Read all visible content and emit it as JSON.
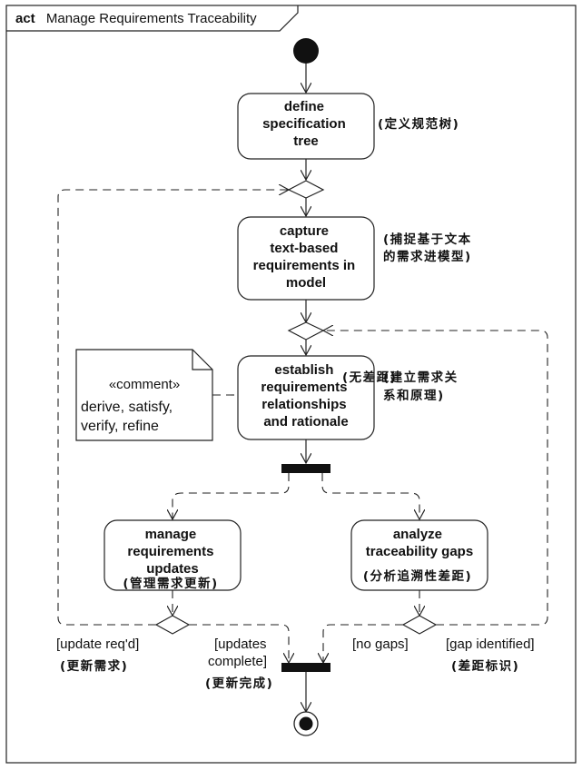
{
  "frame": {
    "keyword": "act",
    "name": "Manage Requirements Traceability"
  },
  "actions": {
    "define": {
      "lines": [
        "define",
        "specification",
        "tree"
      ],
      "cn": [
        "(定义规范树)"
      ]
    },
    "capture": {
      "lines": [
        "capture",
        "text-based",
        "requirements in",
        "model"
      ],
      "cn": [
        "(捕捉基于文本",
        "的需求进模型)"
      ]
    },
    "establish": {
      "lines": [
        "establish",
        "requirements",
        "relationships",
        "and rationale"
      ],
      "cn": [
        "(建立需求关",
        "系和原理)"
      ]
    },
    "manage": {
      "lines": [
        "manage",
        "requirements",
        "updates"
      ],
      "cn": [
        "(管理需求更新)"
      ]
    },
    "analyze": {
      "lines": [
        "analyze",
        "traceability gaps"
      ],
      "cn": [
        "(分析追溯性差距)"
      ]
    }
  },
  "comment": {
    "stereotype": "«comment»",
    "lines": [
      "derive, satisfy,",
      "verify, refine"
    ]
  },
  "guards": {
    "update_reqd": "[update req'd]",
    "update_reqd_cn": "(更新需求)",
    "updates_complete": [
      "[updates",
      "complete]"
    ],
    "updates_complete_cn": "(更新完成)",
    "no_gaps": "[no gaps]",
    "no_gaps_cn": "(无差距)",
    "gap_identified": "[gap identified]",
    "gap_identified_cn": "(差距标识)"
  }
}
